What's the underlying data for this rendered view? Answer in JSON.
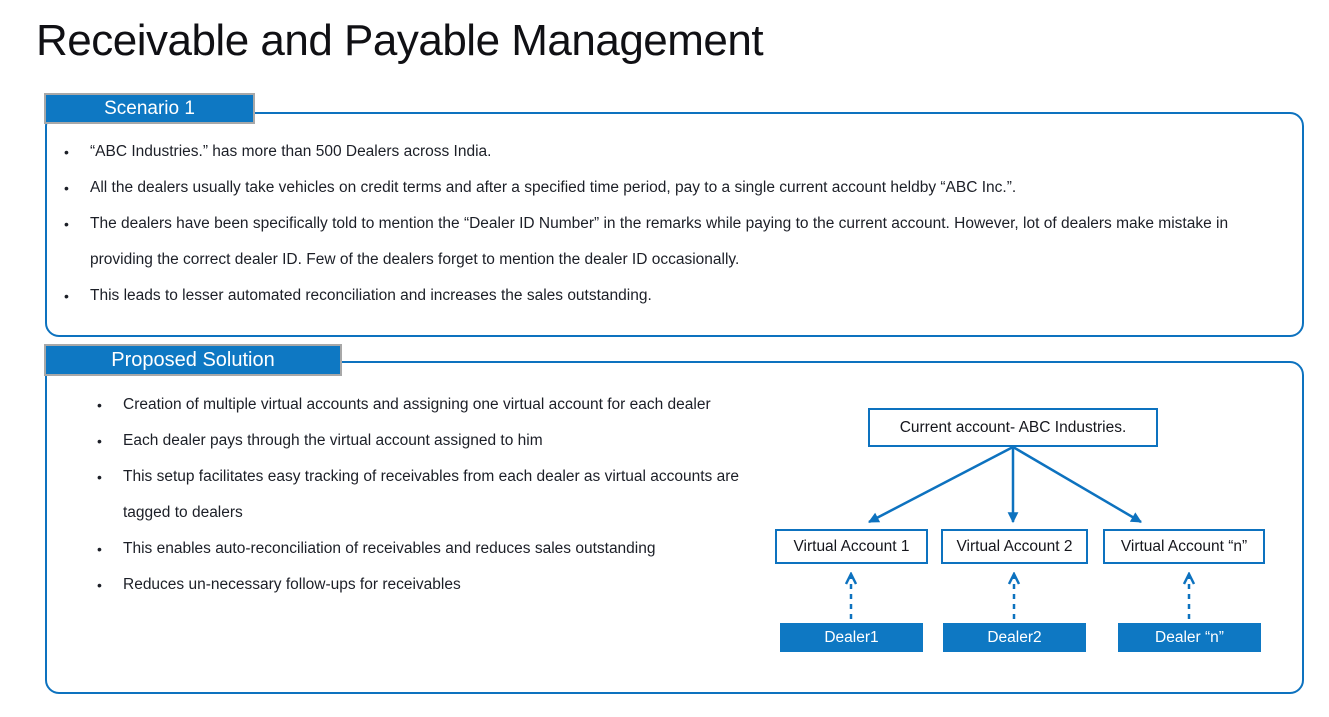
{
  "title": "Receivable and Payable Management",
  "scenario": {
    "header": "Scenario 1",
    "bullets": [
      "“ABC Industries.” has more than 500 Dealers across India.",
      "All the dealers usually take vehicles on credit terms and after a specified time period, pay to a single current account heldby “ABC Inc.”.",
      "The dealers have been specifically told to mention the “Dealer ID Number” in the remarks while paying to the current account. However, lot of dealers make mistake in providing the correct dealer ID. Few of the dealers forget to mention the dealer ID occasionally.",
      "This leads to lesser automated reconciliation and increases the sales outstanding."
    ]
  },
  "solution": {
    "header": "Proposed Solution",
    "bullets": [
      "Creation of multiple virtual accounts and assigning one virtual account for each dealer",
      "Each dealer pays through the virtual account assigned to him",
      "This setup facilitates easy tracking of receivables from each dealer as virtual accounts are tagged to dealers",
      "This enables auto-reconciliation of receivables and reduces sales outstanding",
      "Reduces un-necessary follow-ups for receivables"
    ]
  },
  "diagram": {
    "root": "Current account- ABC Industries.",
    "virtual_accounts": [
      "Virtual Account 1",
      "Virtual Account 2",
      "Virtual Account “n”"
    ],
    "dealers": [
      "Dealer1",
      "Dealer2",
      "Dealer “n”"
    ]
  },
  "colors": {
    "accent_blue": "#0e78c3",
    "border_blue": "#0d72bf",
    "tab_border_gray": "#a8a8a8",
    "text_dark": "#1c1f27"
  }
}
